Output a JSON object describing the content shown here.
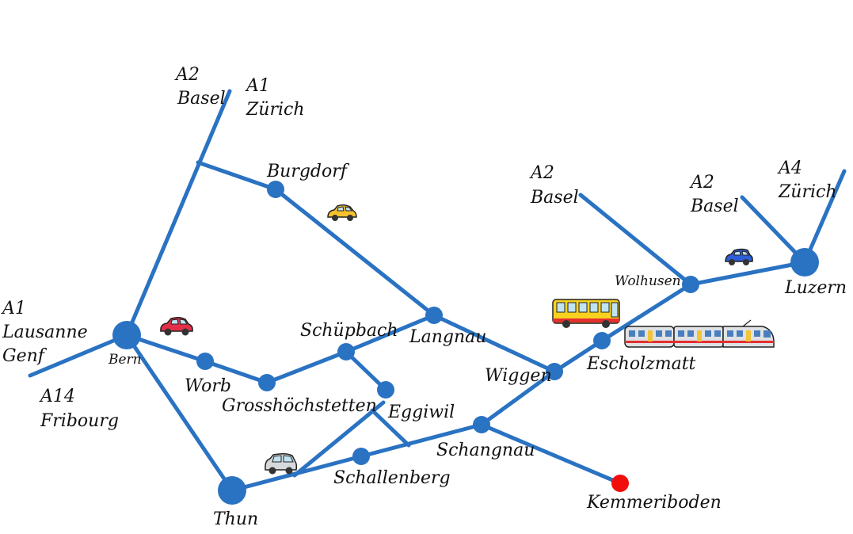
{
  "highway_labels": {
    "a2_basel_left": [
      "A2",
      "Basel"
    ],
    "a1_zurich": [
      "A1",
      "Zürich"
    ],
    "a1_lausanne_genf": [
      "A1",
      "Lausanne",
      "Genf"
    ],
    "a14_fribourg": [
      "A14",
      "Fribourg"
    ],
    "a2_basel_mid": [
      "A2",
      "Basel"
    ],
    "a2_basel_right": [
      "A2",
      "Basel"
    ],
    "a4_zurich": [
      "A4",
      "Zürich"
    ]
  },
  "places": {
    "bern": "Bern",
    "burgdorf": "Burgdorf",
    "worb": "Worb",
    "grosshoechstetten": "Grosshöchstetten",
    "schuepbach": "Schüpbach",
    "langnau": "Langnau",
    "eggiwil": "Eggiwil",
    "thun": "Thun",
    "schallenberg": "Schallenberg",
    "schangnau": "Schangnau",
    "wiggen": "Wiggen",
    "escholzmatt": "Escholzmatt",
    "wolhusen": "Wolhusen",
    "luzern": "Luzern",
    "kemmeriboden": "Kemmeriboden"
  },
  "colors": {
    "road": "#2a72c2",
    "node": "#2a72c2",
    "destination": "#f20d0d"
  },
  "vehicles": [
    "yellow-car-icon",
    "red-car-icon",
    "grey-car-icon",
    "blue-car-icon",
    "postbus-icon",
    "train-icon"
  ]
}
